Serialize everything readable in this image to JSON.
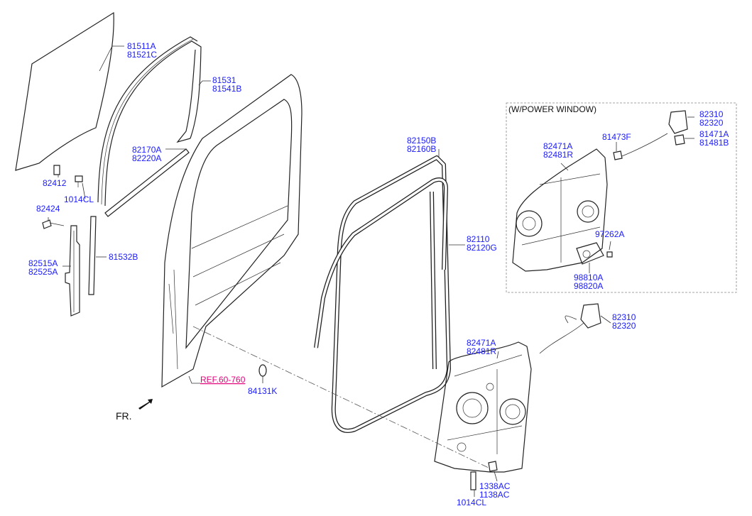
{
  "colors": {
    "label": "#1a1aff",
    "reference": "#e0007a",
    "outline": "#222222",
    "box_border": "#888888"
  },
  "labels": {
    "p81511A": "81511A",
    "p81521C": "81521C",
    "p81531": "81531",
    "p81541B": "81541B",
    "p82170A": "82170A",
    "p82220A": "82220A",
    "p82412": "82412",
    "p1014CL_top": "1014CL",
    "p82424": "82424",
    "p82515A": "82515A",
    "p82525A": "82525A",
    "p81532B": "81532B",
    "p82150B": "82150B",
    "p82160B": "82160B",
    "p82110": "82110",
    "p82120G": "82120G",
    "p84131K": "84131K",
    "p82471A_box": "82471A",
    "p82481R_box": "82481R",
    "p81473F": "81473F",
    "p82310_box": "82310",
    "p82320_box": "82320",
    "p81471A": "81471A",
    "p81481B": "81481B",
    "p97262A": "97262A",
    "p98810A": "98810A",
    "p98820A": "98820A",
    "p82310": "82310",
    "p82320": "82320",
    "p82471A": "82471A",
    "p82481R": "82481R",
    "p1338AC": "1338AC",
    "p1138AC": "1138AC",
    "p1014CL_bottom": "1014CL"
  },
  "reference": "REF.60-760",
  "box_title": "(W/POWER WINDOW)",
  "front_indicator": "FR."
}
